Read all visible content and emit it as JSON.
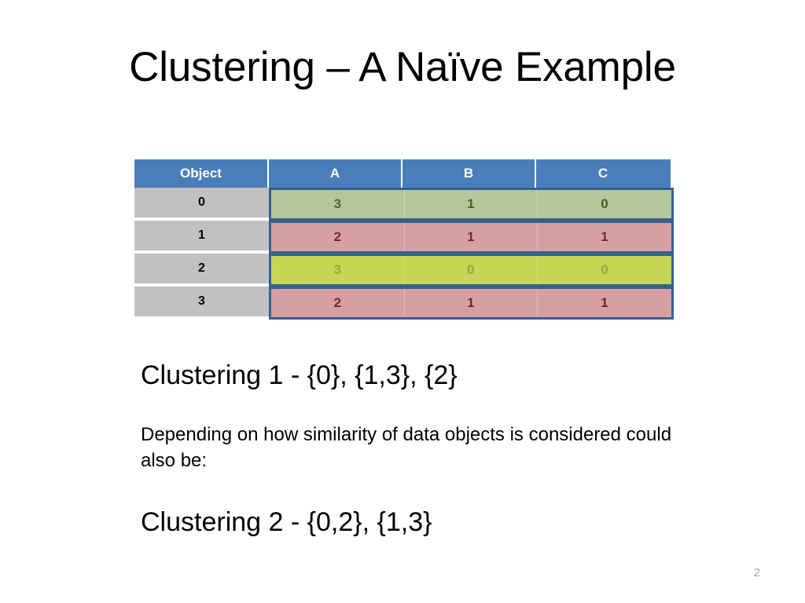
{
  "slide": {
    "title": "Clustering – A Naïve Example",
    "page_number": "2"
  },
  "table": {
    "headers": [
      "Object",
      "A",
      "B",
      "C"
    ],
    "rows": [
      {
        "object": "0",
        "values": [
          "3",
          "1",
          "0"
        ],
        "fill": "#b5c69a",
        "text_color": "#4d5f2c"
      },
      {
        "object": "1",
        "values": [
          "2",
          "1",
          "1"
        ],
        "fill": "#d6a0a3",
        "text_color": "#78232f"
      },
      {
        "object": "2",
        "values": [
          "3",
          "0",
          "0"
        ],
        "fill": "#c5d554",
        "text_color": "#99a74a"
      },
      {
        "object": "3",
        "values": [
          "2",
          "1",
          "1"
        ],
        "fill": "#d6a0a3",
        "text_color": "#78232f"
      }
    ],
    "header_bg": "#4a7ebb",
    "header_text_color": "#ffffff",
    "object_cell_bg": "#c1c1c1",
    "outline_color": "#35618f"
  },
  "body": {
    "clustering_1": "Clustering 1 - {0}, {1,3}, {2}",
    "explanation": "Depending on how similarity of data objects is considered could also be:",
    "clustering_2": "Clustering 2 - {0,2}, {1,3}"
  }
}
